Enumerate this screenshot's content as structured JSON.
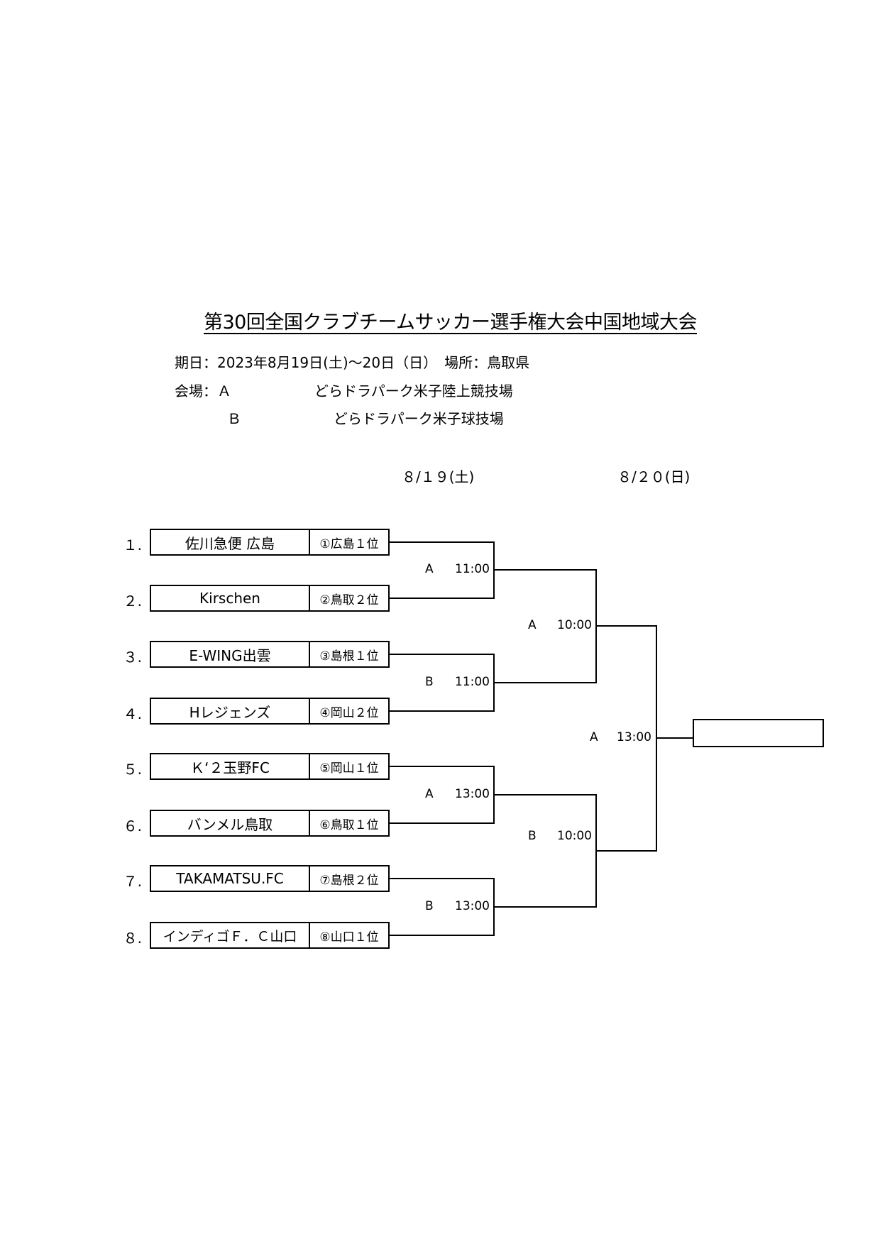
{
  "title": "第30回全国クラブチームサッカー選手権大会中国地域大会",
  "info": {
    "period": "期日：2023年8月19日(土)～20日（日）　場所：鳥取県",
    "venue_label": "会場：Ａ",
    "venue_a": "どらドラパーク米子陸上競技場",
    "venue_b_label": "Ｂ",
    "venue_b": "どらドラパーク米子球技場"
  },
  "dates": {
    "day1": "８/１９(土)",
    "day2": "８/２０(日)"
  },
  "teams": [
    {
      "num": "１.",
      "name": "佐川急便 広島",
      "seed": "①広島１位"
    },
    {
      "num": "２.",
      "name": "Kirschen",
      "seed": "②鳥取２位"
    },
    {
      "num": "３.",
      "name": "E-WING出雲",
      "seed": "③島根１位"
    },
    {
      "num": "４.",
      "name": "Hレジェンズ",
      "seed": "④岡山２位"
    },
    {
      "num": "５.",
      "name": "Ｋ‘２玉野FC",
      "seed": "⑤岡山１位"
    },
    {
      "num": "６.",
      "name": "バンメル鳥取",
      "seed": "⑥鳥取１位"
    },
    {
      "num": "７.",
      "name": "TAKAMATSU.FC",
      "seed": "⑦島根２位"
    },
    {
      "num": "８.",
      "name": "インディゴＦ．Ｃ山口",
      "seed": "⑧山口１位"
    }
  ],
  "round1": [
    {
      "venue": "A",
      "time": "11:00"
    },
    {
      "venue": "B",
      "time": "11:00"
    },
    {
      "venue": "A",
      "time": "13:00"
    },
    {
      "venue": "B",
      "time": "13:00"
    }
  ],
  "semifinals": [
    {
      "venue": "A",
      "time": "10:00"
    },
    {
      "venue": "B",
      "time": "10:00"
    }
  ],
  "final": {
    "venue": "A",
    "time": "13:00"
  }
}
